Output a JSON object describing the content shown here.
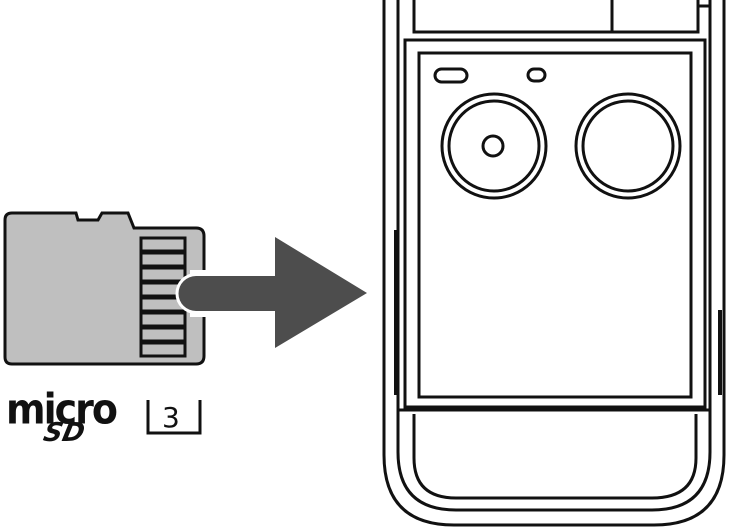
{
  "logo": {
    "brand_top": "micro",
    "brand_bottom": "SD",
    "speed_class": "3"
  },
  "colors": {
    "card_fill": "#bfbfbf",
    "arrow_fill": "#4d4d4d",
    "outline": "#111111",
    "background": "#ffffff"
  },
  "icons": {
    "card": "microsd-card-icon",
    "arrow": "insert-arrow-icon",
    "device": "device-front-icon"
  }
}
